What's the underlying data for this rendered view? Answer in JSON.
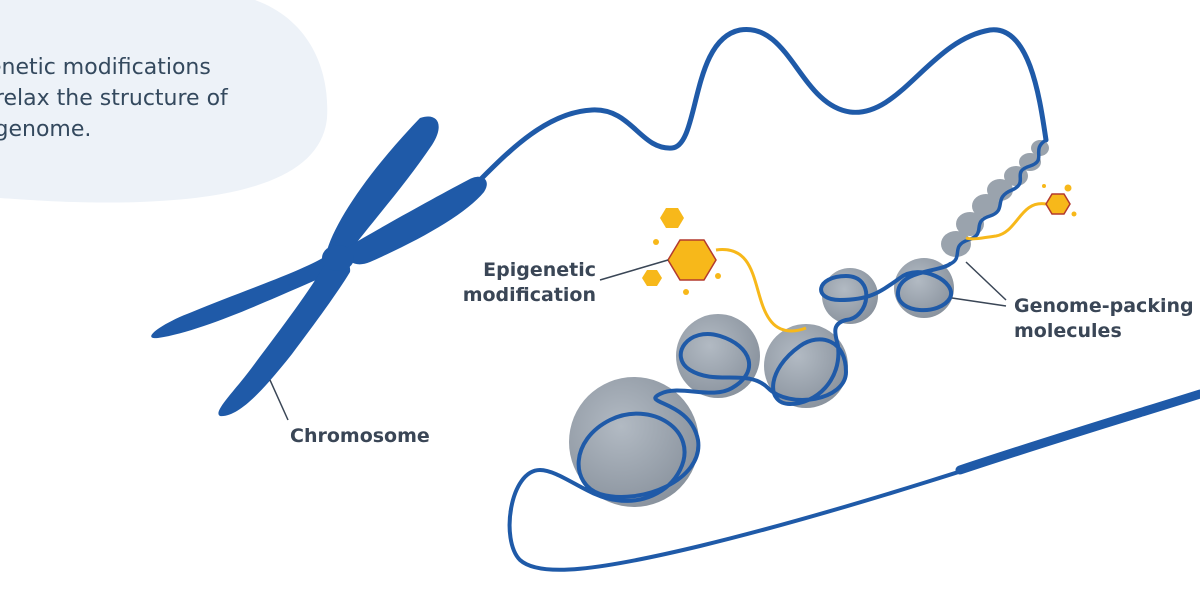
{
  "caption": {
    "lines": [
      "genetic modifications",
      "n relax the structure of",
      "e genome."
    ]
  },
  "labels": {
    "chromosome": "Chromosome",
    "epigenetic_modification": [
      "Epigenetic",
      "modification"
    ],
    "genome_packing": [
      "Genome-packing",
      "molecules"
    ]
  },
  "colors": {
    "dna_blue": "#1f5aa8",
    "histone_gray": "#9aa3ad",
    "bubble": "#edf2f8",
    "modification_yellow": "#f7b81a",
    "modification_outline": "#b33a2e",
    "text": "#3a4656"
  }
}
